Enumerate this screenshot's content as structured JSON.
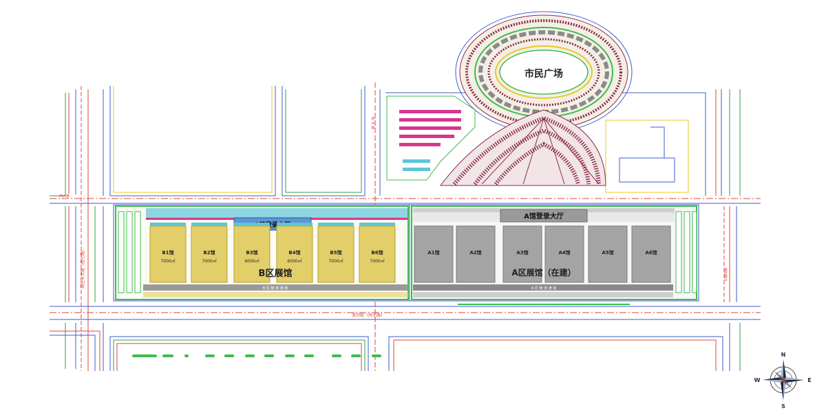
{
  "plaza": {
    "label": "市民广场"
  },
  "zone_b": {
    "lobby": "B馆登录大厅",
    "zone_label": "B区展馆",
    "halls": [
      {
        "name": "B1馆",
        "area": "7000㎡"
      },
      {
        "name": "B2馆",
        "area": "7000㎡"
      },
      {
        "name": "B3馆",
        "area": "6000㎡"
      },
      {
        "name": "B4馆",
        "area": "6000㎡"
      },
      {
        "name": "B5馆",
        "area": "7000㎡"
      },
      {
        "name": "B6馆",
        "area": "7000㎡"
      }
    ],
    "logistics": "B 区 物 流 通 道"
  },
  "zone_a": {
    "lobby": "A馆登录大厅",
    "zone_label": "A区展馆（在建）",
    "halls": [
      {
        "name": "A1馆"
      },
      {
        "name": "A2馆"
      },
      {
        "name": "A3馆"
      },
      {
        "name": "A4馆"
      },
      {
        "name": "A5馆"
      },
      {
        "name": "A6馆"
      }
    ],
    "logistics": "A 区 物 流 通 道"
  },
  "roads": {
    "west_avenue": "郑庄市大道（经七路）",
    "south_street": "渭河街（纬七路）",
    "east_road": "东轴线路",
    "center_road": "松 大 路",
    "north_road": "纬六路"
  },
  "compass": {
    "n": "N",
    "s": "S",
    "e": "E",
    "w": "W"
  },
  "colors": {
    "hall_b": "#e2cf6a",
    "hall_a": "#a4a4a4",
    "lobby_b": "#5e95d4",
    "road_red": "#e0433a",
    "road_blue": "#3d5bd0",
    "road_green": "#2f9e44",
    "stadium": "#8a2b44"
  }
}
